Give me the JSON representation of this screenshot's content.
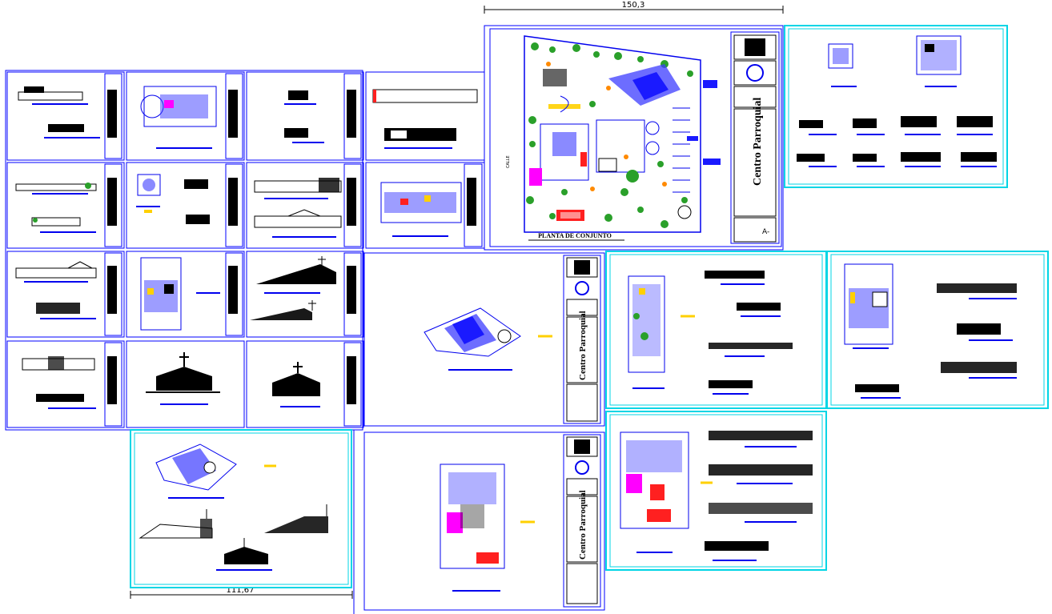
{
  "drawing": {
    "dimension_top": "150,3",
    "dimension_bottom": "111,67",
    "site_plan_caption": "PLANTA DE CONJUNTO",
    "project_title": "Centro Parroquial",
    "side_note": "CALLE",
    "sheet_letter": "A-"
  },
  "colors": {
    "frame": "#0000ff",
    "frame_cyan": "#00d5e5",
    "line": "#0000ee",
    "tree": "#2aa02a",
    "accent_magenta": "#ff00ff",
    "accent_red": "#ff2020",
    "accent_yellow": "#ffd000",
    "accent_orange": "#ff8a00",
    "ink": "#000000"
  },
  "icons": {
    "north_arrow": "north-arrow-icon",
    "logo": "logo-stamp-icon",
    "cross": "church-cross-icon"
  }
}
